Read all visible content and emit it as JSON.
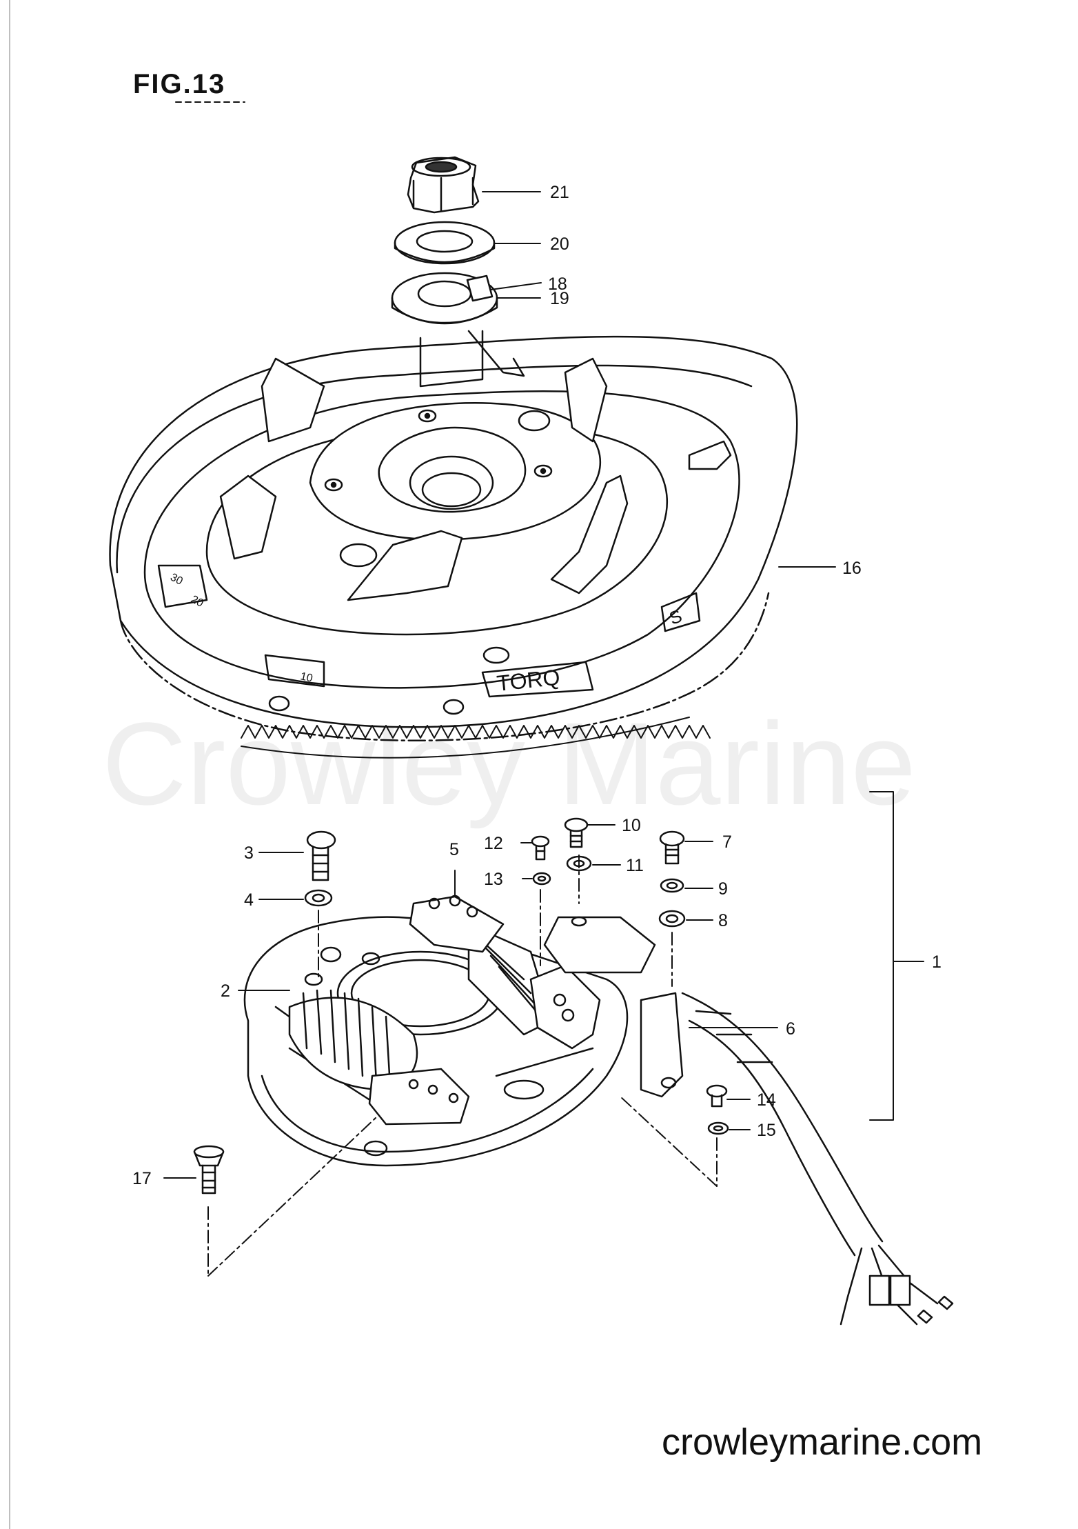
{
  "figure": {
    "title": "FIG.13"
  },
  "watermark": "Crowley Marine",
  "footer": {
    "url": "crowleymarine.com"
  },
  "flywheel_markings": {
    "torq": "TORQ",
    "scale_30": "30",
    "scale_20": "20",
    "scale_10": "10",
    "mark_s": "S"
  },
  "callouts": [
    {
      "id": "21",
      "label": "21"
    },
    {
      "id": "20",
      "label": "20"
    },
    {
      "id": "19",
      "label": "19"
    },
    {
      "id": "18",
      "label": "18"
    },
    {
      "id": "16",
      "label": "16"
    },
    {
      "id": "10",
      "label": "10"
    },
    {
      "id": "12",
      "label": "12"
    },
    {
      "id": "7",
      "label": "7"
    },
    {
      "id": "3",
      "label": "3"
    },
    {
      "id": "5",
      "label": "5"
    },
    {
      "id": "13",
      "label": "13"
    },
    {
      "id": "11",
      "label": "11"
    },
    {
      "id": "9",
      "label": "9"
    },
    {
      "id": "4",
      "label": "4"
    },
    {
      "id": "8",
      "label": "8"
    },
    {
      "id": "1",
      "label": "1"
    },
    {
      "id": "2",
      "label": "2"
    },
    {
      "id": "6",
      "label": "6"
    },
    {
      "id": "14",
      "label": "14"
    },
    {
      "id": "15",
      "label": "15"
    },
    {
      "id": "17",
      "label": "17"
    }
  ]
}
